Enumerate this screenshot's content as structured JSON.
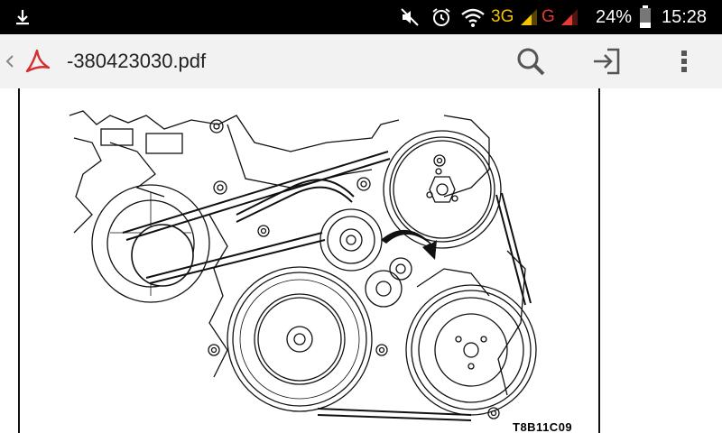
{
  "status_bar": {
    "network_3g": "3G",
    "network_g": "G",
    "battery": "24%",
    "time": "15:28",
    "icons": [
      "download-icon",
      "mute-icon",
      "alarm-icon",
      "wifi-icon",
      "signal-icon",
      "battery-icon"
    ]
  },
  "toolbar": {
    "title": "-380423030.pdf",
    "icons": [
      "back-chevron-icon",
      "pdf-app-icon",
      "search-icon",
      "sign-in-icon",
      "overflow-menu-icon"
    ],
    "accent": "#d32f2f"
  },
  "document": {
    "figure_label": "T8B11C09"
  }
}
